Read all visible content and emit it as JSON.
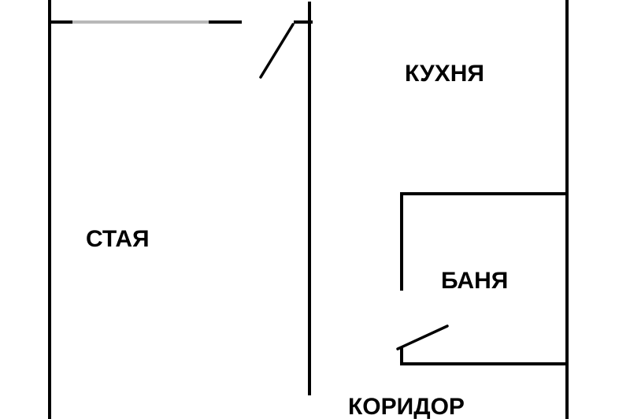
{
  "plan": {
    "rooms": {
      "living_room": "СТАЯ",
      "kitchen": "КУХНЯ",
      "bathroom": "БАНЯ",
      "corridor": "КОРИДОР"
    },
    "colors": {
      "wall": "#000000",
      "window": "#b8b8b8",
      "background": "#ffffff"
    }
  }
}
